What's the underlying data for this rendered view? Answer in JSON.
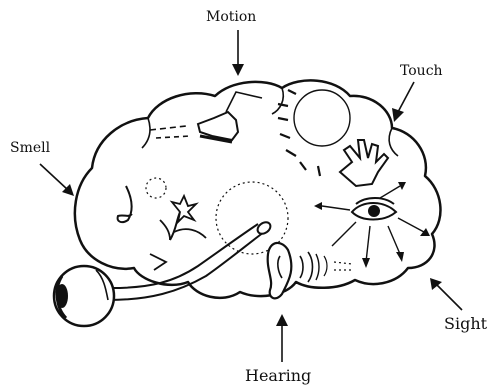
{
  "labels": {
    "motion": "Motion",
    "touch": "Touch",
    "smell": "Smell",
    "sight": "Sight",
    "hearing": "Hearing"
  },
  "colors": {
    "ink": "#111111",
    "background": "#ffffff"
  },
  "icons": [
    "running-shoe-icon",
    "sun-icon",
    "hand-icon",
    "nose-icon",
    "flower-icon",
    "eye-icon",
    "ear-icon",
    "eyeball-icon"
  ]
}
